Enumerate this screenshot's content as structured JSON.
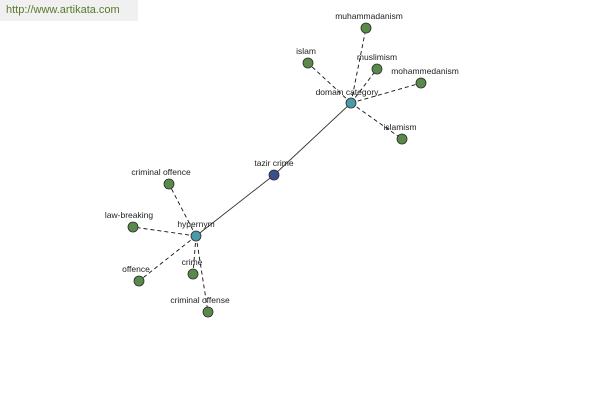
{
  "watermark": "http://www.artikata.com",
  "colors": {
    "leaf": "#5a8a4a",
    "hub": "#4a9aaa",
    "center": "#3b4f8f",
    "edge": "#333333"
  },
  "nodes": [
    {
      "id": "tazir",
      "label": "tazir crime",
      "kind": "center"
    },
    {
      "id": "domain",
      "label": "domain category",
      "kind": "hub"
    },
    {
      "id": "hypernym",
      "label": "hypernym",
      "kind": "hub"
    },
    {
      "id": "muhammadanism",
      "label": "muhammadanism",
      "kind": "leaf"
    },
    {
      "id": "islam",
      "label": "islam",
      "kind": "leaf"
    },
    {
      "id": "muslimism",
      "label": "muslimism",
      "kind": "leaf"
    },
    {
      "id": "mohammedanism",
      "label": "mohammedanism",
      "kind": "leaf"
    },
    {
      "id": "islamism",
      "label": "islamism",
      "kind": "leaf"
    },
    {
      "id": "criminal_offence",
      "label": "criminal offence",
      "kind": "leaf"
    },
    {
      "id": "law_breaking",
      "label": "law-breaking",
      "kind": "leaf"
    },
    {
      "id": "offence",
      "label": "offence",
      "kind": "leaf"
    },
    {
      "id": "crime",
      "label": "crime",
      "kind": "leaf"
    },
    {
      "id": "criminal_offense",
      "label": "criminal offense",
      "kind": "leaf"
    }
  ],
  "edges": [
    {
      "from": "tazir",
      "to": "domain",
      "style": "solid"
    },
    {
      "from": "tazir",
      "to": "hypernym",
      "style": "solid"
    },
    {
      "from": "domain",
      "to": "muhammadanism",
      "style": "dashed"
    },
    {
      "from": "domain",
      "to": "islam",
      "style": "dashed"
    },
    {
      "from": "domain",
      "to": "muslimism",
      "style": "dashed"
    },
    {
      "from": "domain",
      "to": "mohammedanism",
      "style": "dashed"
    },
    {
      "from": "domain",
      "to": "islamism",
      "style": "dashed"
    },
    {
      "from": "hypernym",
      "to": "criminal_offence",
      "style": "dashed"
    },
    {
      "from": "hypernym",
      "to": "law_breaking",
      "style": "dashed"
    },
    {
      "from": "hypernym",
      "to": "offence",
      "style": "dashed"
    },
    {
      "from": "hypernym",
      "to": "crime",
      "style": "dashed"
    },
    {
      "from": "hypernym",
      "to": "criminal_offense",
      "style": "dashed"
    }
  ]
}
